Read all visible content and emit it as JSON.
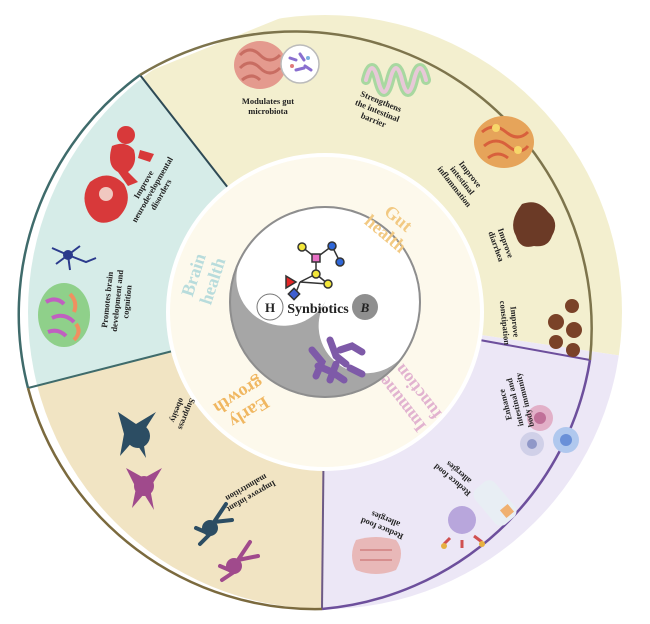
{
  "center": {
    "label": "Synbiotics",
    "h_letter": "H",
    "b_letter": "B"
  },
  "categories": {
    "gut": {
      "line1": "Gut",
      "line2": "health",
      "color": "#f2c982"
    },
    "brain": {
      "line1": "Brain",
      "line2": "health",
      "color": "#b8dcdc"
    },
    "immune": {
      "line1": "Immune",
      "line2": "function",
      "color": "#e2b3d0"
    },
    "growth": {
      "line1": "Early",
      "line2": "growth",
      "color": "#f0b761"
    }
  },
  "sectors": {
    "gut": {
      "fill": "#f3efcf"
    },
    "brain": {
      "fill": "#d6ece8"
    },
    "immune": {
      "fill": "#ece7f6"
    },
    "growth": {
      "fill": "#f1e4c3"
    }
  },
  "benefits": {
    "microbiota": [
      "Modulates gut",
      "microbiota"
    ],
    "barrier": [
      "Strengthens",
      "the intestinal",
      "barrier"
    ],
    "inflammation": [
      "Improve",
      "intestinal",
      "inflammation"
    ],
    "diarrhea": [
      "Improve",
      "diarrhea"
    ],
    "constipation": [
      "Improve",
      "constipation"
    ],
    "neuro": [
      "Improve",
      "neurodevelopmental",
      "disorders"
    ],
    "cognition": [
      "Promotes brain",
      "development and",
      "cognition"
    ],
    "immunity": [
      "Enhance",
      "intestinal and",
      "body immunity"
    ],
    "allergy1": [
      "Reduce food",
      "allergies"
    ],
    "allergy2": [
      "Reduce food",
      "allergies"
    ],
    "obesity": [
      "Suppress",
      "obesity"
    ],
    "malnutrition": [
      "Improve infant",
      "malnutrition"
    ]
  }
}
